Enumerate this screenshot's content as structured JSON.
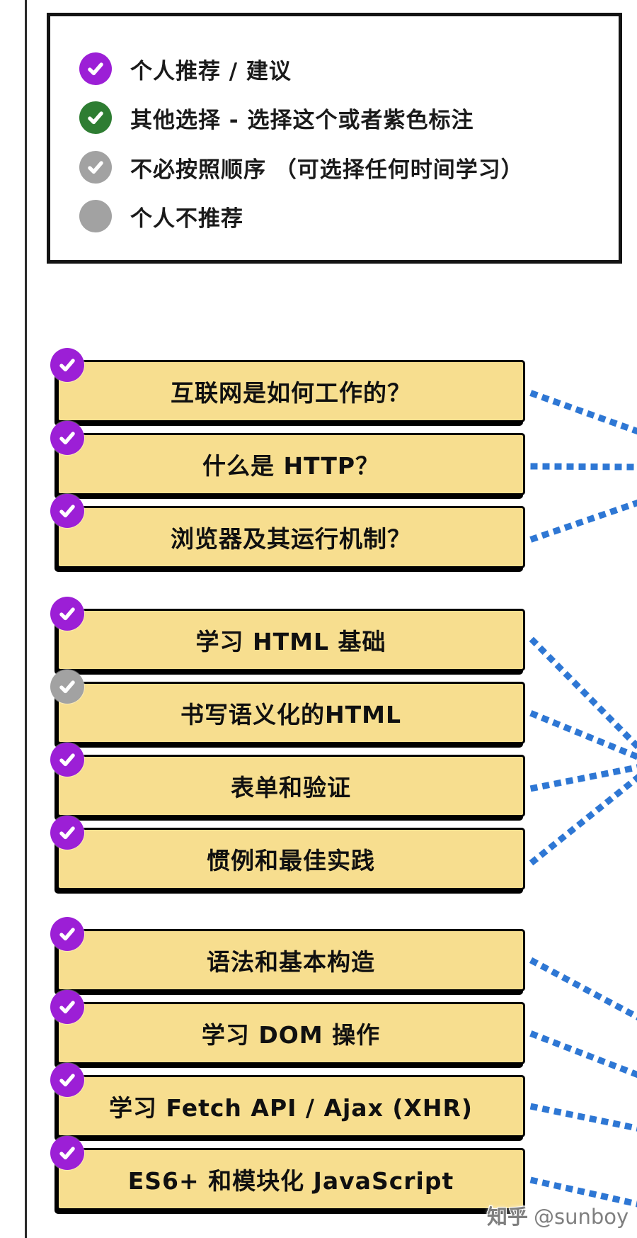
{
  "page": {
    "watermark_brand": "知乎",
    "watermark_handle": "@sunboy"
  },
  "legend": {
    "items": [
      {
        "id": "recommended",
        "badge": "check",
        "color": "#9C1FD6",
        "label": "个人推荐 / 建议"
      },
      {
        "id": "alternative",
        "badge": "check",
        "color": "#2E7D32",
        "label": "其他选择 - 选择这个或者紫色标注"
      },
      {
        "id": "any-order",
        "badge": "check",
        "color": "#A2A2A2",
        "label": "不必按照顺序 （可选择任何时间学习）"
      },
      {
        "id": "not-recommended",
        "badge": "dot",
        "color": "#A2A2A2",
        "label": "个人不推荐"
      }
    ]
  },
  "groups": [
    {
      "id": "internet",
      "nodes": [
        {
          "id": "how-internet-works",
          "badge": "purple",
          "label": "互联网是如何工作的？"
        },
        {
          "id": "what-is-http",
          "badge": "purple",
          "label": "什么是 HTTP？"
        },
        {
          "id": "browsers",
          "badge": "purple",
          "label": "浏览器及其运行机制？"
        }
      ]
    },
    {
      "id": "html",
      "nodes": [
        {
          "id": "html-basics",
          "badge": "purple",
          "label": "学习 HTML 基础"
        },
        {
          "id": "semantic-html",
          "badge": "gray",
          "label": "书写语义化的HTML"
        },
        {
          "id": "forms-validation",
          "badge": "purple",
          "label": "表单和验证"
        },
        {
          "id": "best-practices",
          "badge": "purple",
          "label": "惯例和最佳实践"
        }
      ]
    },
    {
      "id": "javascript",
      "nodes": [
        {
          "id": "syntax-constructs",
          "badge": "purple",
          "label": "语法和基本构造"
        },
        {
          "id": "dom-manipulation",
          "badge": "purple",
          "label": "学习 DOM 操作"
        },
        {
          "id": "fetch-ajax",
          "badge": "purple",
          "label": "学习 Fetch API / Ajax (XHR)"
        },
        {
          "id": "es6-modules",
          "badge": "purple",
          "label": "ES6+ 和模块化 JavaScript"
        }
      ]
    }
  ],
  "colors": {
    "node_fill": "#F7DE8F",
    "node_border": "#000000",
    "connector": "#2E77D4",
    "badge_purple": "#9C1FD6",
    "badge_green": "#2E7D32",
    "badge_gray": "#A2A2A2"
  }
}
